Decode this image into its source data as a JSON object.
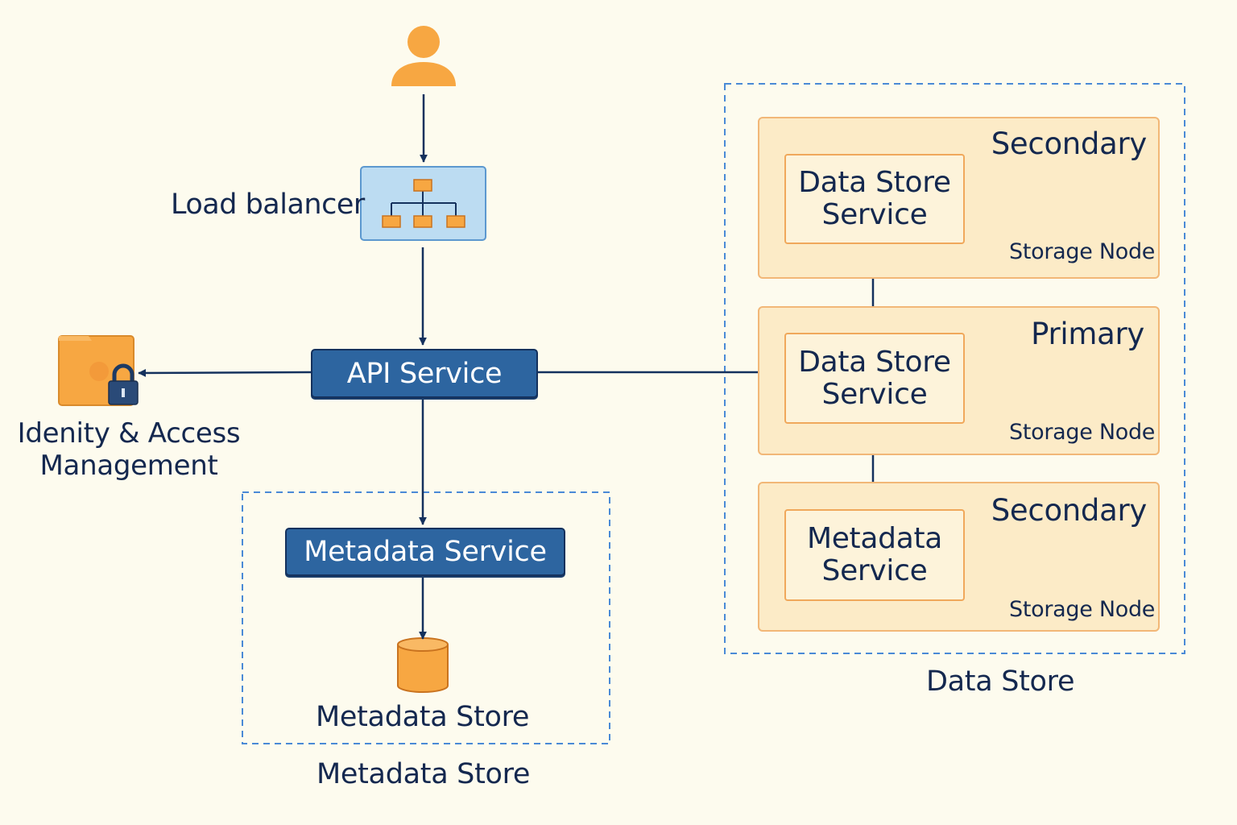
{
  "load_balancer": {
    "label": "Load balancer"
  },
  "iam": {
    "label_line1": "Idenity & Access",
    "label_line2": "Management"
  },
  "api_service": {
    "label": "API Service"
  },
  "metadata_group": {
    "service_label": "Metadata Service",
    "store_label": "Metadata Store",
    "group_label": "Metadata Store"
  },
  "data_store_group": {
    "group_label": "Data Store",
    "nodes": [
      {
        "role": "Secondary",
        "service_line1": "Data Store",
        "service_line2": "Service",
        "storage_label": "Storage Node"
      },
      {
        "role": "Primary",
        "service_line1": "Data Store",
        "service_line2": "Service",
        "storage_label": "Storage Node"
      },
      {
        "role": "Secondary",
        "service_line1": "Metadata",
        "service_line2": "Service",
        "storage_label": "Storage Node"
      }
    ]
  },
  "icons": [
    "user-icon",
    "load-balancer-icon",
    "iam-folder-icon",
    "lock-icon",
    "database-icon"
  ],
  "colors": {
    "background": "#fdfbee",
    "navy": "#14284f",
    "service_blue": "#2d65a0",
    "orange": "#f7a742",
    "group_fill": "#fcebc7",
    "dashed_border": "#4a8ad6"
  }
}
